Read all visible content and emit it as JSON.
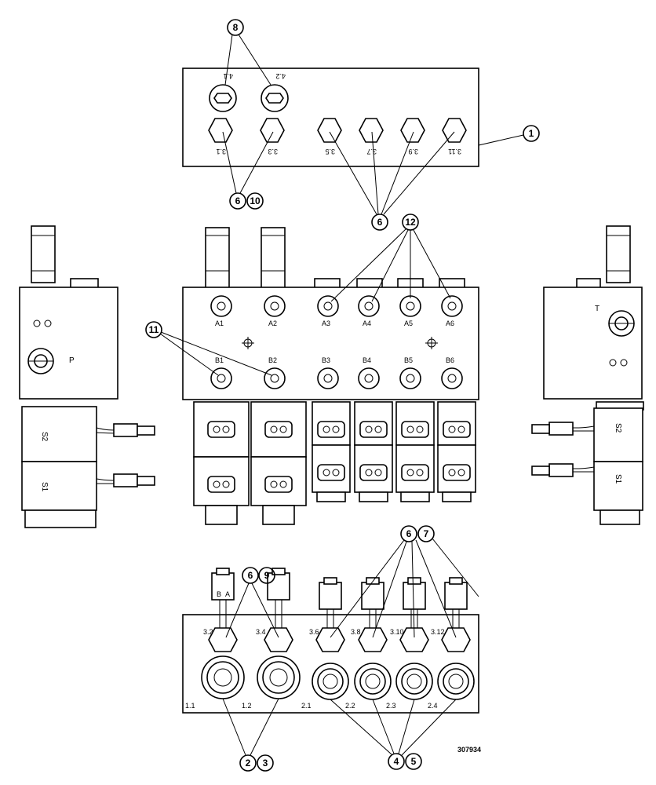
{
  "drawing_number": "307934",
  "top_block_labels": {
    "l41": "4.1",
    "l42": "4.2",
    "l31": "3.1",
    "l33": "3.3",
    "l35": "3.5",
    "l37": "3.7",
    "l39": "3.9",
    "l311": "3.11"
  },
  "center_block_labels": {
    "a1": "A1",
    "a2": "A2",
    "a3": "A3",
    "a4": "A4",
    "a5": "A5",
    "a6": "A6",
    "b1": "B1",
    "b2": "B2",
    "b3": "B3",
    "b4": "B4",
    "b5": "B5",
    "b6": "B6"
  },
  "left_block_labels": {
    "p": "P",
    "s1": "S1",
    "s2": "S2"
  },
  "right_block_labels": {
    "t": "T",
    "s1": "S1",
    "s2": "S2"
  },
  "bottom_block_labels": {
    "l32": "3.2",
    "l34": "3.4",
    "l36": "3.6",
    "l38": "3.8",
    "l310": "3.10",
    "l312": "3.12",
    "l11": "1.1",
    "l12": "1.2",
    "l21": "2.1",
    "l22": "2.2",
    "l23": "2.3",
    "l24": "2.4",
    "connector_b": "B",
    "connector_a": "A"
  },
  "callouts": {
    "c1": "1",
    "c2": "2",
    "c3": "3",
    "c4": "4",
    "c5": "5",
    "c6a": "6",
    "c6b": "6",
    "c6c": "6",
    "c6d": "6",
    "c7": "7",
    "c8": "8",
    "c9": "9",
    "c10": "10",
    "c11": "11",
    "c12": "12"
  }
}
